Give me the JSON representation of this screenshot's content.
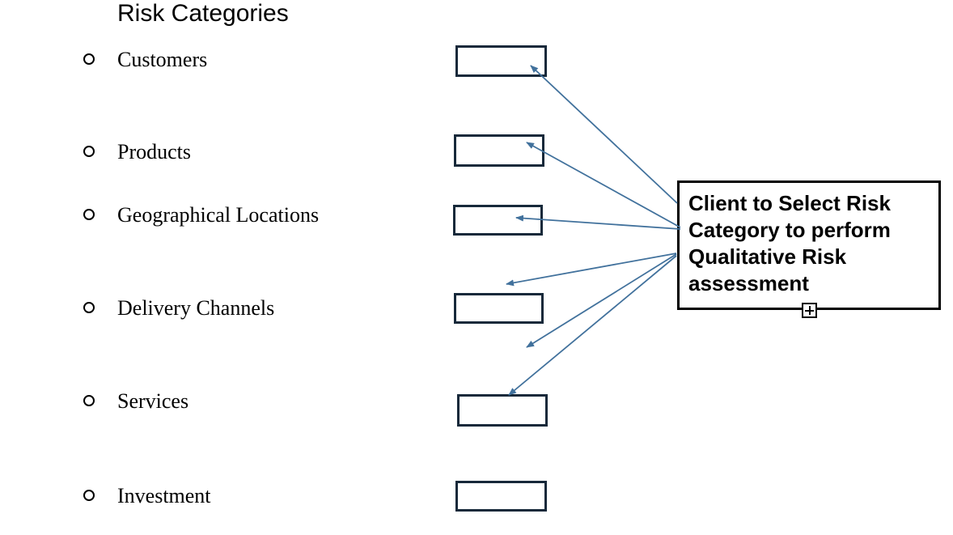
{
  "title": "Risk Categories",
  "risk_categories": [
    {
      "label": "Customers"
    },
    {
      "label": "Products"
    },
    {
      "label": "Geographical Locations"
    },
    {
      "label": "Delivery Channels"
    },
    {
      "label": "Services"
    },
    {
      "label": "Investment"
    }
  ],
  "callout": {
    "text": "Client to Select Risk Category to perform Qualitative Risk assessment",
    "lines": [
      "Client to Select Risk",
      "Category to perform",
      "Qualitative Risk",
      "assessment"
    ]
  },
  "colors": {
    "background": "#FFFFFF",
    "text": "#000000",
    "select_box_border": "#17293A",
    "callout_border": "#000000",
    "arrow": "#41719C"
  }
}
